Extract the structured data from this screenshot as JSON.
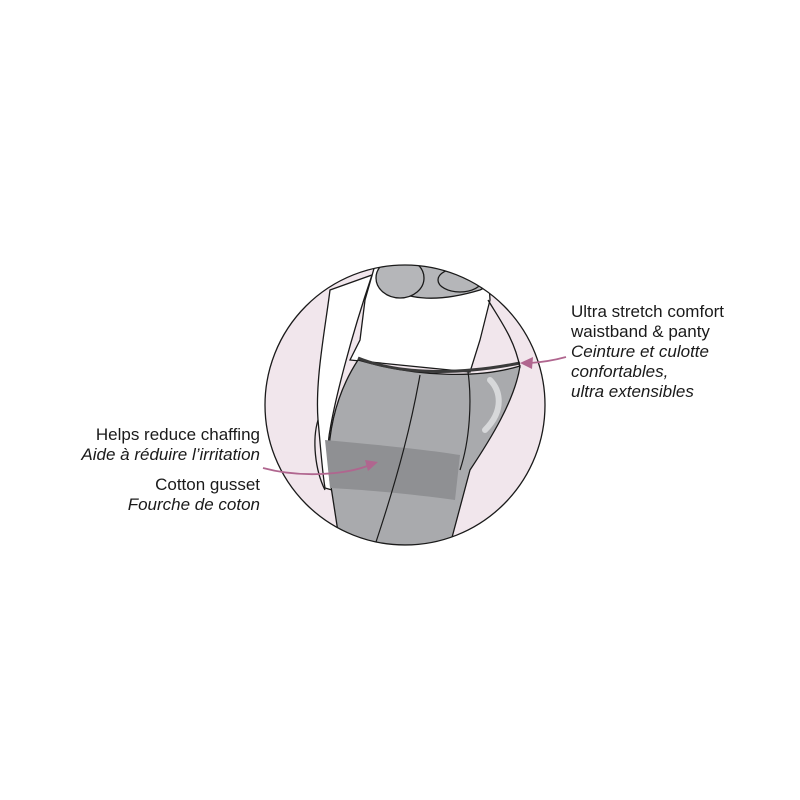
{
  "colors": {
    "background": "#ffffff",
    "circle_fill": "#f1e6ec",
    "garment_gray": "#a9aaad",
    "garment_dark_band": "#8f9093",
    "outline": "#1a1a1a",
    "arrow": "#b0668f",
    "text": "#1a1a1a"
  },
  "callouts": {
    "waistband": {
      "en_line1": "Ultra stretch comfort",
      "en_line2": "waistband & panty",
      "fr_line1": "Ceinture et culotte",
      "fr_line2": "confortables,",
      "fr_line3": "ultra extensibles"
    },
    "chafing": {
      "en": "Helps reduce chaffing",
      "fr": "Aide à réduire l’irritation"
    },
    "gusset": {
      "en": "Cotton gusset",
      "fr": "Fourche de coton"
    }
  }
}
